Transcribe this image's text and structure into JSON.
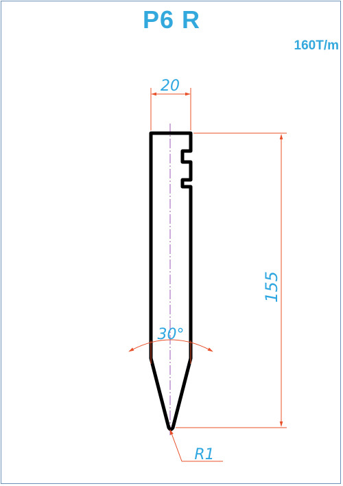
{
  "title": "P6 R",
  "capacity": "160T/m",
  "dimensions": {
    "width_label": "20",
    "height_label": "155",
    "angle_label": "30°",
    "radius_label": "R1"
  },
  "colors": {
    "title": "#33a8dc",
    "dimension_text": "#2ea6e0",
    "dimension_line": "#e8502a",
    "outline": "#000000",
    "centerline": "#9b59b6",
    "frame": "#6c8fb8"
  }
}
